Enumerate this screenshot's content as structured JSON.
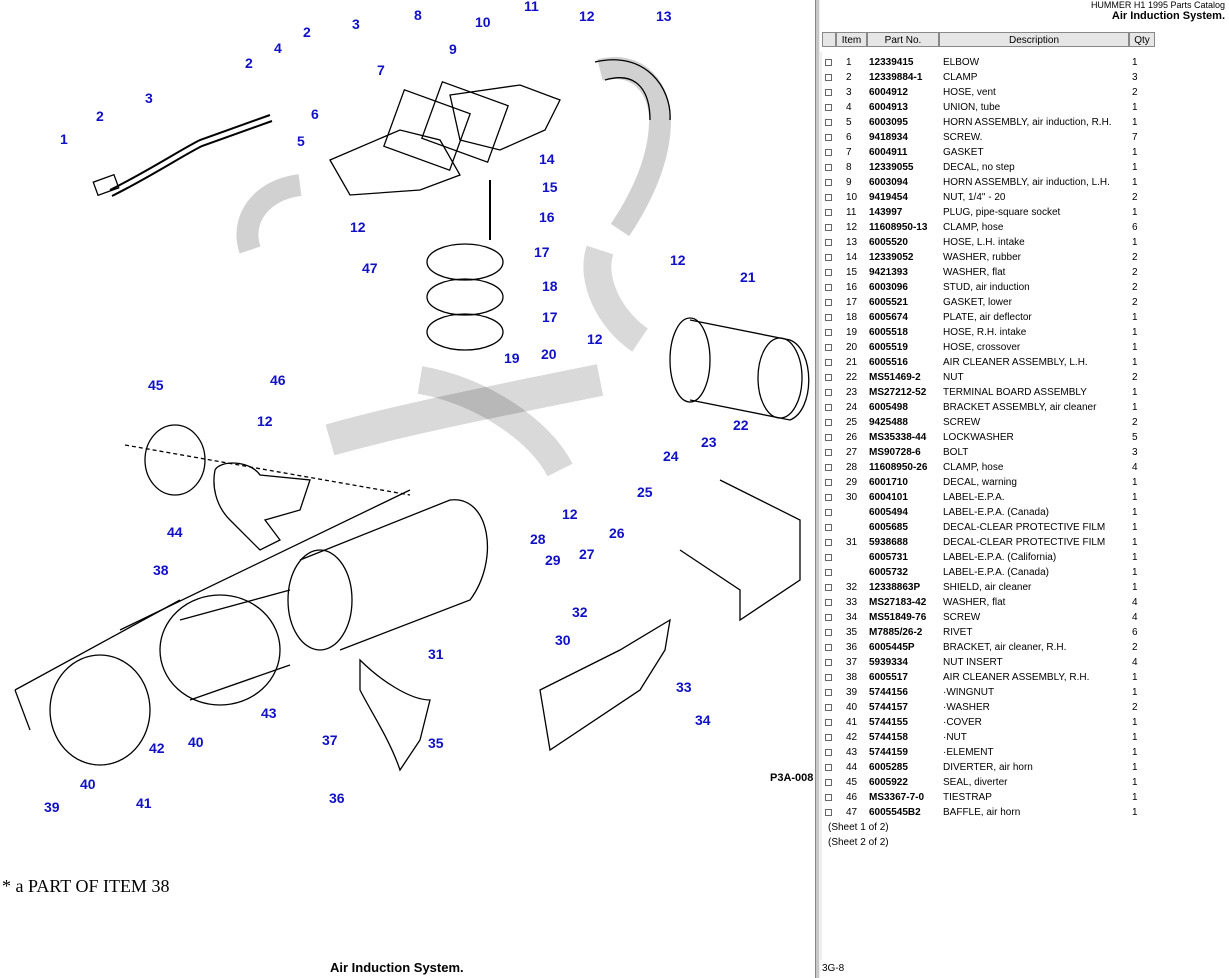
{
  "header": {
    "catalog_title": "HUMMER H1 1995 Parts Catalog",
    "page_title": "Air Induction System."
  },
  "table": {
    "columns": [
      "Item",
      "Part No.",
      "Description",
      "Qty"
    ],
    "rows": [
      {
        "item": "1",
        "part": "12339415",
        "desc": "ELBOW",
        "qty": "1"
      },
      {
        "item": "2",
        "part": "12339884-1",
        "desc": "CLAMP",
        "qty": "3"
      },
      {
        "item": "3",
        "part": "6004912",
        "desc": "HOSE, vent",
        "qty": "2"
      },
      {
        "item": "4",
        "part": "6004913",
        "desc": "UNION, tube",
        "qty": "1"
      },
      {
        "item": "5",
        "part": "6003095",
        "desc": "HORN ASSEMBLY, air induction, R.H.",
        "qty": "1"
      },
      {
        "item": "6",
        "part": "9418934",
        "desc": "SCREW.",
        "qty": "7"
      },
      {
        "item": "7",
        "part": "6004911",
        "desc": "GASKET",
        "qty": "1"
      },
      {
        "item": "8",
        "part": "12339055",
        "desc": "DECAL, no step",
        "qty": "1"
      },
      {
        "item": "9",
        "part": "6003094",
        "desc": "HORN ASSEMBLY, air induction, L.H.",
        "qty": "1"
      },
      {
        "item": "10",
        "part": "9419454",
        "desc": "NUT, 1/4\" - 20",
        "qty": "2"
      },
      {
        "item": "11",
        "part": "143997",
        "desc": "PLUG, pipe-square socket",
        "qty": "1"
      },
      {
        "item": "12",
        "part": "11608950-13",
        "desc": "CLAMP, hose",
        "qty": "6"
      },
      {
        "item": "13",
        "part": "6005520",
        "desc": "HOSE, L.H. intake",
        "qty": "1"
      },
      {
        "item": "14",
        "part": "12339052",
        "desc": "WASHER, rubber",
        "qty": "2"
      },
      {
        "item": "15",
        "part": "9421393",
        "desc": "WASHER, flat",
        "qty": "2"
      },
      {
        "item": "16",
        "part": "6003096",
        "desc": "STUD, air induction",
        "qty": "2"
      },
      {
        "item": "17",
        "part": "6005521",
        "desc": "GASKET, lower",
        "qty": "2"
      },
      {
        "item": "18",
        "part": "6005674",
        "desc": "PLATE, air deflector",
        "qty": "1"
      },
      {
        "item": "19",
        "part": "6005518",
        "desc": "HOSE, R.H. intake",
        "qty": "1"
      },
      {
        "item": "20",
        "part": "6005519",
        "desc": "HOSE, crossover",
        "qty": "1"
      },
      {
        "item": "21",
        "part": "6005516",
        "desc": "AIR CLEANER ASSEMBLY, L.H.",
        "qty": "1"
      },
      {
        "item": "22",
        "part": "MS51469-2",
        "desc": "NUT",
        "qty": "2"
      },
      {
        "item": "23",
        "part": "MS27212-52",
        "desc": "TERMINAL BOARD ASSEMBLY",
        "qty": "1"
      },
      {
        "item": "24",
        "part": "6005498",
        "desc": "BRACKET ASSEMBLY, air cleaner",
        "qty": "1"
      },
      {
        "item": "25",
        "part": "9425488",
        "desc": "SCREW",
        "qty": "2"
      },
      {
        "item": "26",
        "part": "MS35338-44",
        "desc": "LOCKWASHER",
        "qty": "5"
      },
      {
        "item": "27",
        "part": "MS90728-6",
        "desc": "BOLT",
        "qty": "3"
      },
      {
        "item": "28",
        "part": "11608950-26",
        "desc": "CLAMP, hose",
        "qty": "4"
      },
      {
        "item": "29",
        "part": "6001710",
        "desc": "DECAL, warning",
        "qty": "1"
      },
      {
        "item": "30",
        "part": "6004101",
        "desc": "LABEL-E.P.A.",
        "qty": "1"
      },
      {
        "item": "",
        "part": "6005494",
        "desc": "LABEL-E.P.A. (Canada)",
        "qty": "1"
      },
      {
        "item": "",
        "part": "6005685",
        "desc": "DECAL-CLEAR PROTECTIVE FILM",
        "qty": "1"
      },
      {
        "item": "31",
        "part": "5938688",
        "desc": "DECAL-CLEAR PROTECTIVE FILM",
        "qty": "1"
      },
      {
        "item": "",
        "part": "6005731",
        "desc": "LABEL-E.P.A. (California)",
        "qty": "1"
      },
      {
        "item": "",
        "part": "6005732",
        "desc": "LABEL-E.P.A. (Canada)",
        "qty": "1"
      },
      {
        "item": "32",
        "part": "12338863P",
        "desc": "SHIELD, air cleaner",
        "qty": "1"
      },
      {
        "item": "33",
        "part": "MS27183-42",
        "desc": "WASHER, flat",
        "qty": "4"
      },
      {
        "item": "34",
        "part": "MS51849-76",
        "desc": "SCREW",
        "qty": "4"
      },
      {
        "item": "35",
        "part": "M7885/26-2",
        "desc": "RIVET",
        "qty": "6"
      },
      {
        "item": "36",
        "part": "6005445P",
        "desc": "BRACKET, air cleaner, R.H.",
        "qty": "2"
      },
      {
        "item": "37",
        "part": "5939334",
        "desc": "NUT INSERT",
        "qty": "4"
      },
      {
        "item": "38",
        "part": "6005517",
        "desc": "AIR CLEANER ASSEMBLY, R.H.",
        "qty": "1"
      },
      {
        "item": "39",
        "part": "5744156",
        "desc": "·WINGNUT",
        "qty": "1"
      },
      {
        "item": "40",
        "part": "5744157",
        "desc": "·WASHER",
        "qty": "2"
      },
      {
        "item": "41",
        "part": "5744155",
        "desc": "·COVER",
        "qty": "1"
      },
      {
        "item": "42",
        "part": "5744158",
        "desc": "·NUT",
        "qty": "1"
      },
      {
        "item": "43",
        "part": "5744159",
        "desc": "·ELEMENT",
        "qty": "1"
      },
      {
        "item": "44",
        "part": "6005285",
        "desc": "DIVERTER, air horn",
        "qty": "1"
      },
      {
        "item": "45",
        "part": "6005922",
        "desc": "SEAL, diverter",
        "qty": "1"
      },
      {
        "item": "46",
        "part": "MS3367-7-0",
        "desc": "TIESTRAP",
        "qty": "1"
      },
      {
        "item": "47",
        "part": "6005545B2",
        "desc": "BAFFLE, air horn",
        "qty": "1"
      }
    ],
    "sheets": [
      "(Sheet 1 of 2)",
      "(Sheet 2 of 2)"
    ]
  },
  "footer_code": "3G-8",
  "diagram": {
    "note": "* a PART OF ITEM 38",
    "bottom_title": "Air Induction System.",
    "figure_code": "P3A-008",
    "callouts": [
      "1",
      "2",
      "2",
      "2",
      "3",
      "3",
      "4",
      "5",
      "6",
      "7",
      "8",
      "9",
      "10",
      "11",
      "12",
      "12",
      "12",
      "12",
      "12",
      "12",
      "13",
      "14",
      "15",
      "16",
      "17",
      "17",
      "18",
      "19",
      "20",
      "21",
      "22",
      "23",
      "24",
      "25",
      "26",
      "27",
      "28",
      "29",
      "30",
      "31",
      "32",
      "33",
      "34",
      "35",
      "36",
      "37",
      "38",
      "39",
      "40",
      "40",
      "41",
      "42",
      "43",
      "44",
      "45",
      "46",
      "47"
    ]
  }
}
